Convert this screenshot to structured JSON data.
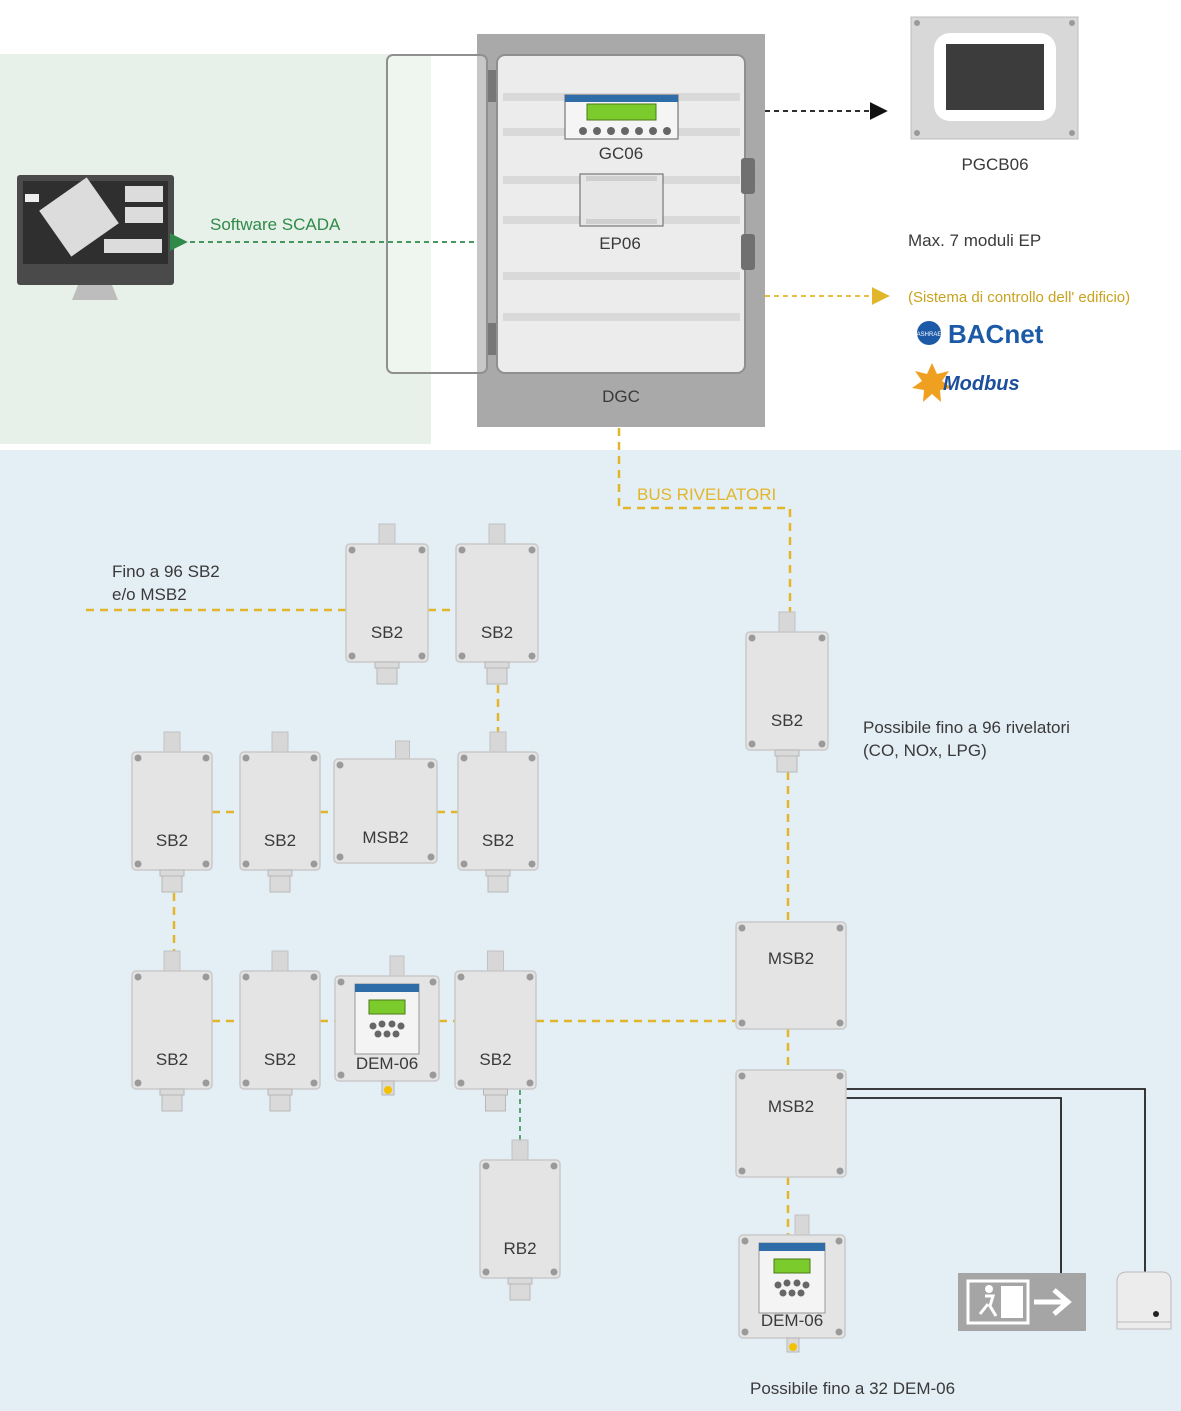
{
  "controller": {
    "label": "DGC",
    "gc_label": "GC06",
    "ep_label": "EP06",
    "max_ep": "Max. 7 moduli EP"
  },
  "panel": {
    "label": "PGCB06"
  },
  "scada": {
    "label": "Software SCADA"
  },
  "bms": {
    "label": "(Sistema di controllo dell' edificio)",
    "logos": [
      "BACnet",
      "Modbus"
    ]
  },
  "bus": {
    "label": "BUS RIVELATORI"
  },
  "notes": {
    "max_sb2_line1": "Fino a 96 SB2",
    "max_sb2_line2": "e/o MSB2",
    "max_detectors_line1": "Possibile fino a 96 rivelatori",
    "max_detectors_line2": "(CO, NOx, LPG)",
    "max_dem": "Possibile fino a 32 DEM-06"
  },
  "devices": {
    "sb2": "SB2",
    "msb2": "MSB2",
    "dem": "DEM-06",
    "rb2": "RB2"
  },
  "colors": {
    "scada_bg": "#e7f1e9",
    "field_bg": "#e4eef5",
    "bus": "#e2b62a",
    "scada_arrow": "#2f8a4a",
    "bacnet": "#1c5aa8",
    "modbus_star": "#f0a020",
    "exit_sign": "#a5a5a5"
  }
}
